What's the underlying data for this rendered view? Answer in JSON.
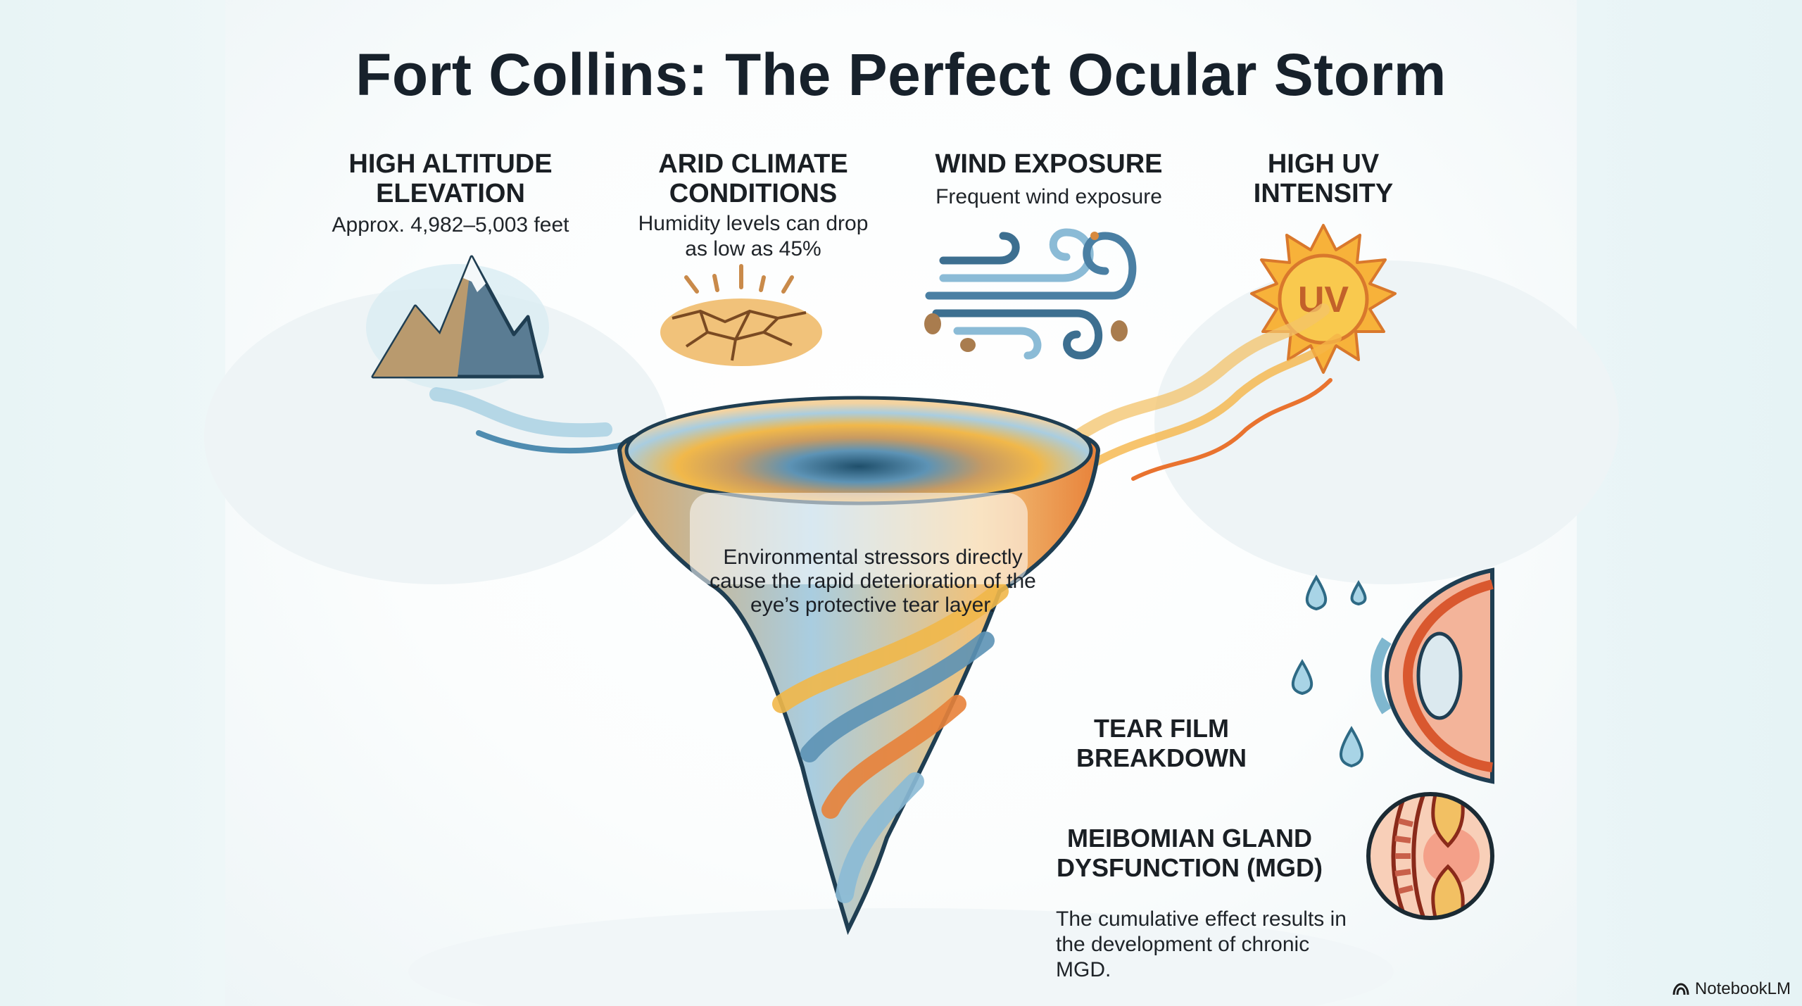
{
  "title": "Fort Collins: The Perfect Ocular Storm",
  "factors": [
    {
      "heading_line1": "HIGH ALTITUDE",
      "heading_line2": "ELEVATION",
      "detail_line1": "Approx. 4,982–5,003 feet",
      "detail_line2": "",
      "icon": "mountain-icon"
    },
    {
      "heading_line1": "ARID CLIMATE",
      "heading_line2": "CONDITIONS",
      "detail_line1": "Humidity levels can drop",
      "detail_line2": "as low as 45%",
      "icon": "cracked-earth-icon"
    },
    {
      "heading_line1": "WIND EXPOSURE",
      "heading_line2": "",
      "detail_line1": "Frequent wind exposure",
      "detail_line2": "",
      "icon": "wind-icon"
    },
    {
      "heading_line1": "HIGH UV",
      "heading_line2": "INTENSITY",
      "detail_line1": "",
      "detail_line2": "",
      "icon": "sun-uv-icon",
      "icon_label": "UV"
    }
  ],
  "funnel": {
    "line1": "Environmental stressors directly",
    "line2": "cause the rapid deterioration of the",
    "line3": "eye’s protective tear layer."
  },
  "outcomes": {
    "tear_film": {
      "line1": "TEAR FILM",
      "line2": "BREAKDOWN",
      "icon": "eye-cross-section-icon"
    },
    "mgd": {
      "line1": "MEIBOMIAN GLAND",
      "line2": "DYSFUNCTION (MGD)",
      "detail_line1": "The cumulative effect results in",
      "detail_line2": "the development of chronic MGD.",
      "icon": "gland-inflammation-icon"
    }
  },
  "brand": {
    "label": "NotebookLM",
    "icon": "notebooklm-logo-icon"
  },
  "colors": {
    "ink": "#17212b",
    "blue": "#5d93b5",
    "navy": "#1f3e52",
    "orange": "#e8823a",
    "gold": "#f1b84a",
    "tan": "#c79a62",
    "skin": "#f3b49a"
  }
}
